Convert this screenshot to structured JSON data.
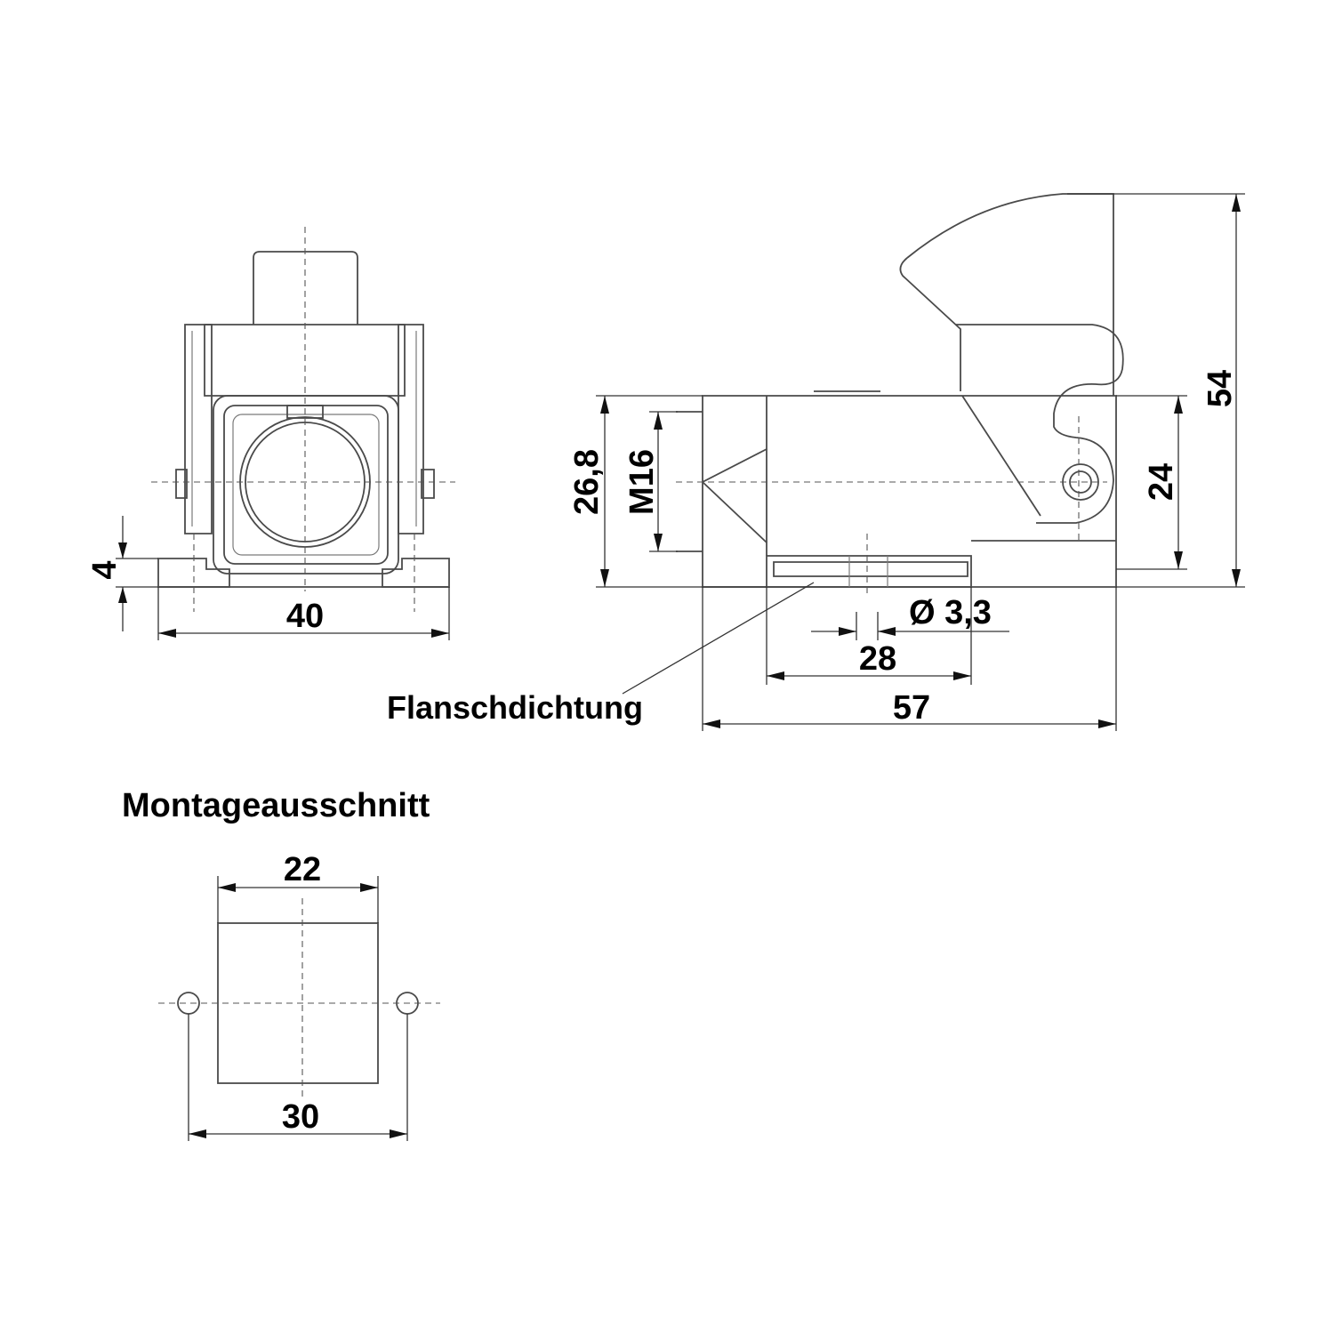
{
  "dimensions": {
    "front_width": "40",
    "flange_thickness": "4",
    "side_height": "26,8",
    "thread": "M16",
    "inner_height": "24",
    "total_height": "54",
    "hole_diameter": "Ø 3,3",
    "hole_spacing": "28",
    "total_length": "57"
  },
  "labels": {
    "flange_seal": "Flanschdichtung",
    "cutout_title": "Montageausschnitt"
  },
  "cutout": {
    "width": "22",
    "hole_spacing": "30"
  },
  "colors": {
    "line": "#4a4a4a",
    "text": "#000000",
    "background": "#ffffff"
  }
}
